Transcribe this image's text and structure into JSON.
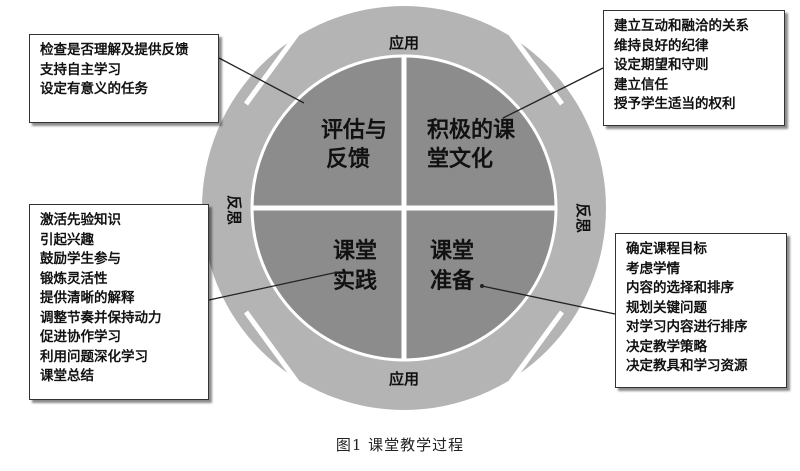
{
  "colors": {
    "outer_ring": "#b4b4b4",
    "inner_disc": "#8c8c8c",
    "divider": "#ffffff",
    "text": "#111111",
    "box_border": "#333333"
  },
  "ring_labels": {
    "top": "应用",
    "bottom": "应用",
    "left": "反思",
    "right": "反思"
  },
  "quadrants": {
    "top_left": {
      "line1": "评估与",
      "line2": "反馈"
    },
    "top_right": {
      "line1": "积极的课",
      "line2": "堂文化"
    },
    "bottom_left": {
      "line1": "课堂",
      "line2": "实践"
    },
    "bottom_right": {
      "line1": "课堂",
      "line2": "准备"
    }
  },
  "callouts": {
    "top_left": [
      "检查是否理解及提供反馈",
      "支持自主学习",
      "设定有意义的任务"
    ],
    "top_right": [
      "建立互动和融洽的关系",
      "维持良好的纪律",
      "设定期望和守则",
      "建立信任",
      "授予学生适当的权利"
    ],
    "bottom_left": [
      "激活先验知识",
      "引起兴趣",
      "鼓励学生参与",
      "锻炼灵活性",
      "提供清晰的解释",
      "调整节奏并保持动力",
      "促进协作学习",
      "利用问题深化学习",
      "课堂总结"
    ],
    "bottom_right": [
      "确定课程目标",
      "考虑学情",
      "内容的选择和排序",
      "规划关键问题",
      "对学习内容进行排序",
      "决定教学策略",
      "决定教具和学习资源"
    ]
  },
  "caption": "图1  课堂教学过程"
}
